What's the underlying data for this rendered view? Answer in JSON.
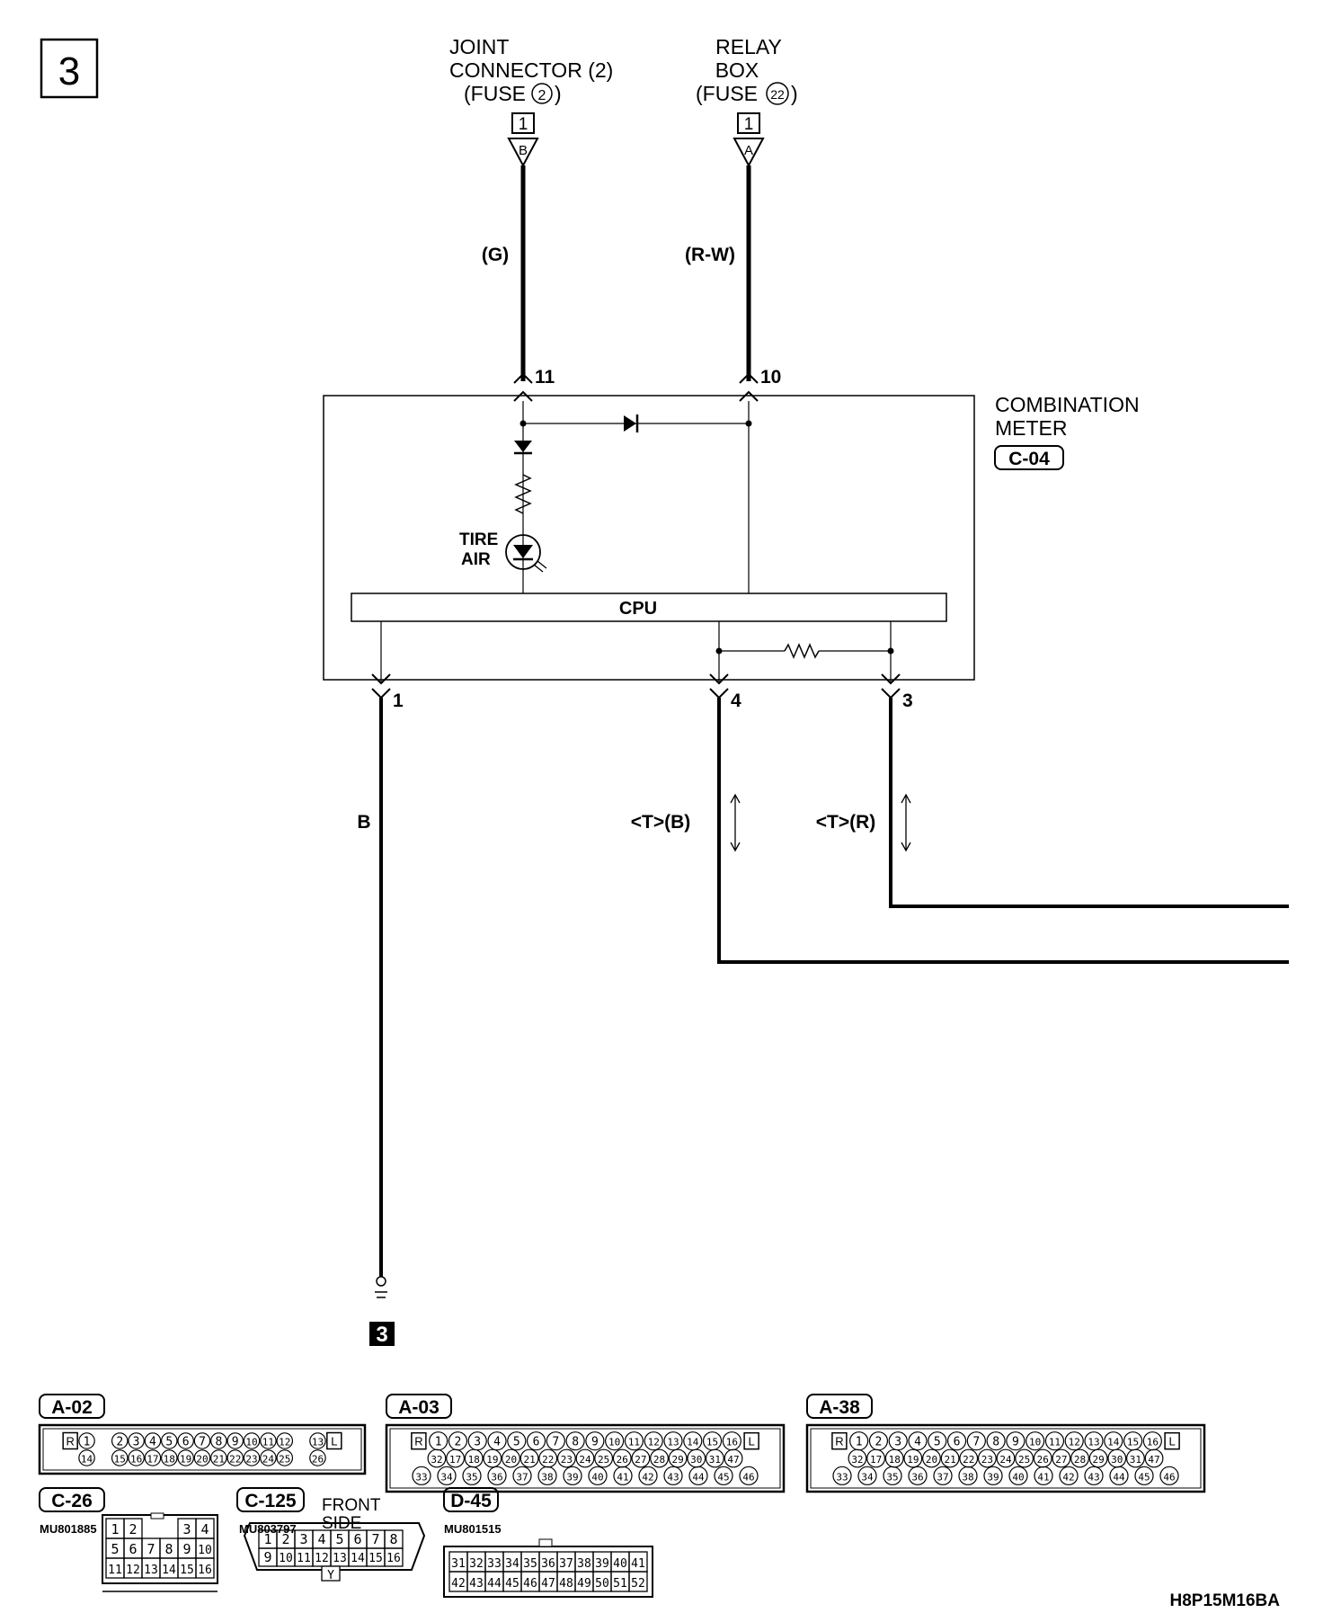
{
  "page": {
    "number": "3",
    "code": "H8P15M16BA"
  },
  "sources": {
    "joint": {
      "line1": "JOINT",
      "line2": "CONNECTOR (2)",
      "line3": "(FUSE",
      "fuse_no": "2",
      "close": ")",
      "pin": "1",
      "tag": "B",
      "wire": "(G)"
    },
    "relay": {
      "line1": "RELAY",
      "line2": "BOX",
      "line3": "(FUSE",
      "fuse_no": "22",
      "close": ")",
      "pin": "1",
      "tag": "A",
      "wire": "(R-W)"
    }
  },
  "meter": {
    "title1": "COMBINATION",
    "title2": "METER",
    "connector": "C-04",
    "pin_in_1": "11",
    "pin_in_2": "10",
    "lamp1": "TIRE",
    "lamp2": "AIR",
    "cpu": "CPU",
    "pin_out_1": "1",
    "pin_out_2": "4",
    "pin_out_3": "3"
  },
  "wires": {
    "ground_wire": "B",
    "w4": "<T>(B)",
    "w3": "<T>(R)"
  },
  "ground": {
    "label": "3"
  },
  "connectors": [
    {
      "id": "A-02",
      "part": "",
      "note": "",
      "rows": [
        [
          "R",
          "1",
          "",
          "2",
          "3",
          "4",
          "5",
          "6",
          "7",
          "8",
          "9",
          "10",
          "11",
          "12",
          "",
          "13",
          "L"
        ],
        [
          "",
          "14",
          "",
          "15",
          "16",
          "17",
          "18",
          "19",
          "20",
          "21",
          "22",
          "23",
          "24",
          "25",
          "",
          "26",
          ""
        ]
      ]
    },
    {
      "id": "A-03",
      "part": "",
      "note": "",
      "rows": [
        [
          "R",
          "1",
          "2",
          "3",
          "4",
          "5",
          "6",
          "7",
          "8",
          "9",
          "10",
          "11",
          "12",
          "13",
          "14",
          "15",
          "16",
          "L"
        ],
        [
          "",
          "32",
          "17",
          "18",
          "19",
          "20",
          "21",
          "22",
          "23",
          "24",
          "25",
          "26",
          "27",
          "28",
          "29",
          "30",
          "31",
          "47",
          ""
        ],
        [
          "33",
          "34",
          "35",
          "36",
          "37",
          "38",
          "39",
          "40",
          "41",
          "42",
          "43",
          "44",
          "45",
          "46"
        ]
      ]
    },
    {
      "id": "A-38",
      "part": "",
      "note": "",
      "rows": [
        [
          "R",
          "1",
          "2",
          "3",
          "4",
          "5",
          "6",
          "7",
          "8",
          "9",
          "10",
          "11",
          "12",
          "13",
          "14",
          "15",
          "16",
          "L"
        ],
        [
          "",
          "32",
          "17",
          "18",
          "19",
          "20",
          "21",
          "22",
          "23",
          "24",
          "25",
          "26",
          "27",
          "28",
          "29",
          "30",
          "31",
          "47",
          ""
        ],
        [
          "33",
          "34",
          "35",
          "36",
          "37",
          "38",
          "39",
          "40",
          "41",
          "42",
          "43",
          "44",
          "45",
          "46"
        ]
      ]
    },
    {
      "id": "C-26",
      "part": "MU801885",
      "note": "",
      "rows": [
        [
          "1",
          "2",
          "",
          "",
          "3",
          "4"
        ],
        [
          "5",
          "6",
          "7",
          "8",
          "9",
          "10"
        ],
        [
          "11",
          "12",
          "13",
          "14",
          "15",
          "16"
        ]
      ]
    },
    {
      "id": "C-125",
      "part": "MU803797",
      "note1": "FRONT",
      "note2": "SIDE",
      "rows": [
        [
          "1",
          "2",
          "3",
          "4",
          "5",
          "6",
          "7",
          "8"
        ],
        [
          "9",
          "10",
          "11",
          "12",
          "13",
          "14",
          "15",
          "16"
        ]
      ],
      "key": "Y"
    },
    {
      "id": "D-45",
      "part": "MU801515",
      "note": "",
      "rows": [
        [
          "31",
          "32",
          "33",
          "34",
          "35",
          "36",
          "37",
          "38",
          "39",
          "40",
          "41"
        ],
        [
          "42",
          "43",
          "44",
          "45",
          "46",
          "47",
          "48",
          "49",
          "50",
          "51",
          "52"
        ]
      ]
    }
  ],
  "colors": {
    "line": "#000000",
    "background": "#ffffff"
  }
}
